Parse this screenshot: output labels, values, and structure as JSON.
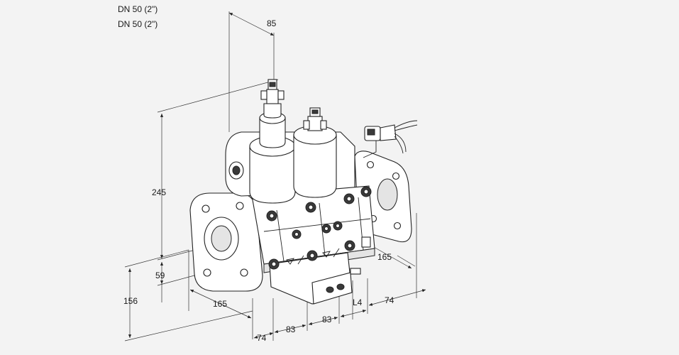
{
  "header": {
    "line1": "DN 50 (2\")",
    "line2": "DN 50 (2\")"
  },
  "dimensions": {
    "d85": "85",
    "d245": "245",
    "d59": "59",
    "d156": "156",
    "d165_left": "165",
    "d165_right": "165",
    "d74_bottom": "74",
    "d83_a": "83",
    "d83_b": "83",
    "dL4": "L4",
    "d74_right": "74"
  }
}
